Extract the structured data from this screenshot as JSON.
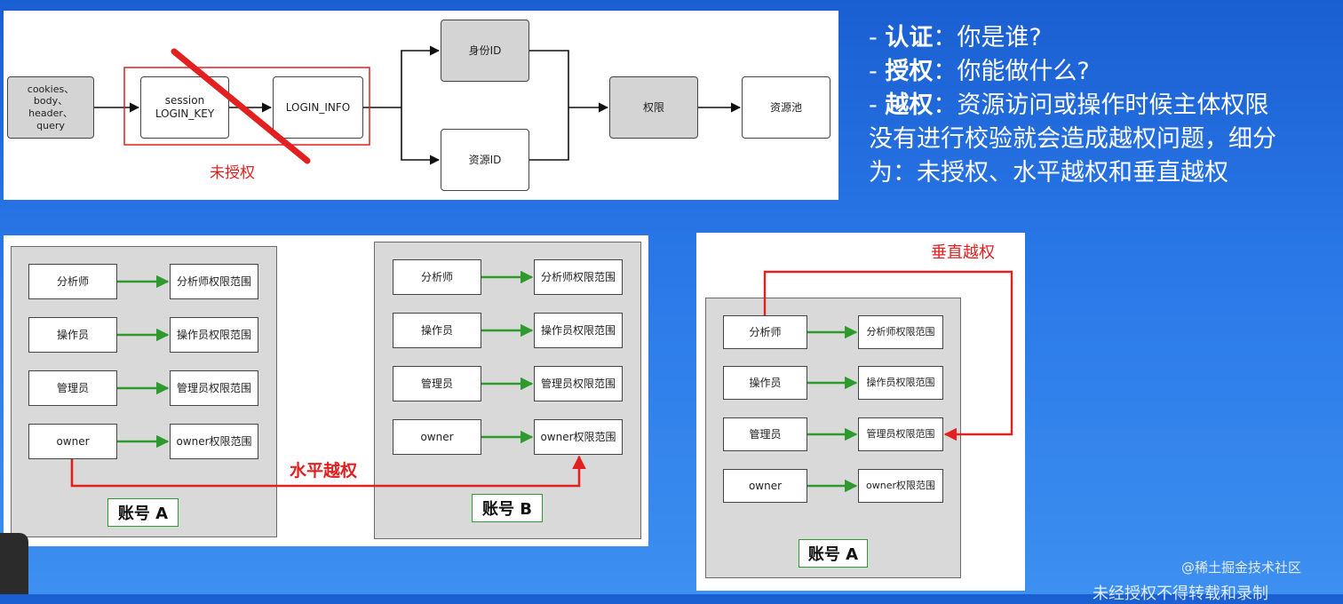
{
  "top_diagram": {
    "input_label": "cookies、\nbody、\nheader、\nquery",
    "session_label": "session\nLOGIN_KEY",
    "login_info_label": "LOGIN_INFO",
    "identity_label": "身份ID",
    "resource_id_label": "资源ID",
    "permission_label": "权限",
    "resource_pool_label": "资源池",
    "unauthorized_label": "未授权"
  },
  "bullets": {
    "auth_term": "认证",
    "auth_desc": "你是谁?",
    "authz_term": "授权",
    "authz_desc": "你能做什么?",
    "overreach_term": "越权",
    "overreach_desc_1": "资源访问或操作时候主体权限",
    "overreach_desc_2": "没有进行校验就会造成越权问题，细分",
    "overreach_desc_3": "为：未授权、水平越权和垂直越权"
  },
  "roles": [
    {
      "role": "分析师",
      "scope": "分析师权限范围"
    },
    {
      "role": "操作员",
      "scope": "操作员权限范围"
    },
    {
      "role": "管理员",
      "scope": "管理员权限范围"
    },
    {
      "role": "owner",
      "scope": "owner权限范围"
    }
  ],
  "horizontal": {
    "label": "水平越权",
    "account_a": "账号 A",
    "account_b": "账号 B"
  },
  "vertical": {
    "label": "垂直越权",
    "account_a": "账号 A"
  },
  "watermark": "@稀土掘金技术社区",
  "clipped_caption": "未经授权不得转载和录制"
}
